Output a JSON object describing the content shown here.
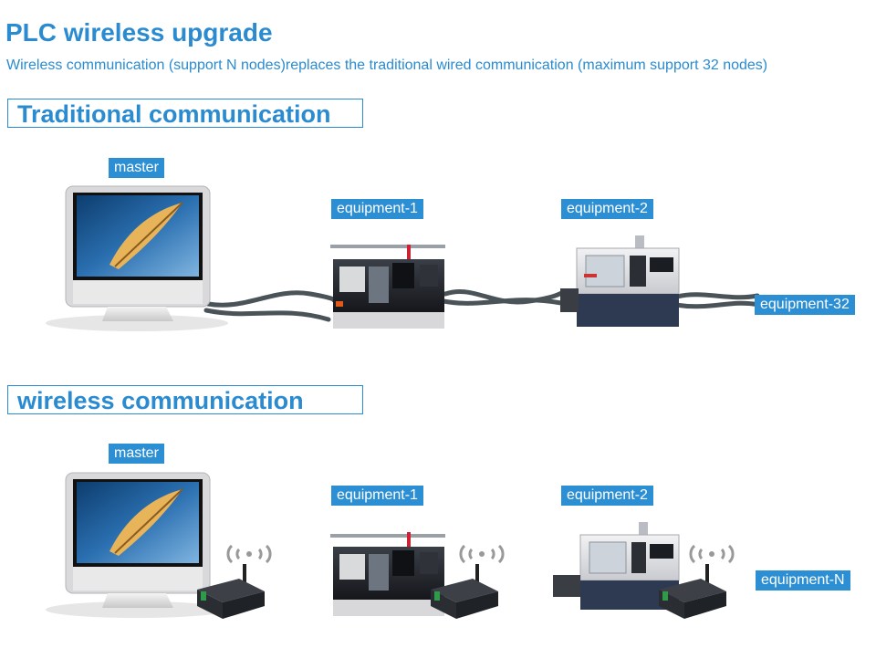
{
  "header": {
    "title": "PLC wireless upgrade",
    "subtitle": "Wireless communication (support N nodes)replaces the traditional wired communication (maximum support 32 nodes)"
  },
  "traditional": {
    "section_title": "Traditional communication",
    "master_label": "master",
    "equipment_1_label": "equipment-1",
    "equipment_2_label": "equipment-2",
    "equipment_last_label": "equipment-32"
  },
  "wireless": {
    "section_title": "wireless communication",
    "master_label": "master",
    "equipment_1_label": "equipment-1",
    "equipment_2_label": "equipment-2",
    "equipment_last_label": "equipment-N"
  },
  "colors": {
    "accent": "#2a8bd0",
    "tag_bg": "#2c8fd4",
    "cable": "#4a5358",
    "machine_dark": "#2a2d33",
    "machine_light": "#e8e8ea",
    "radio_green": "#2f9b4a"
  }
}
